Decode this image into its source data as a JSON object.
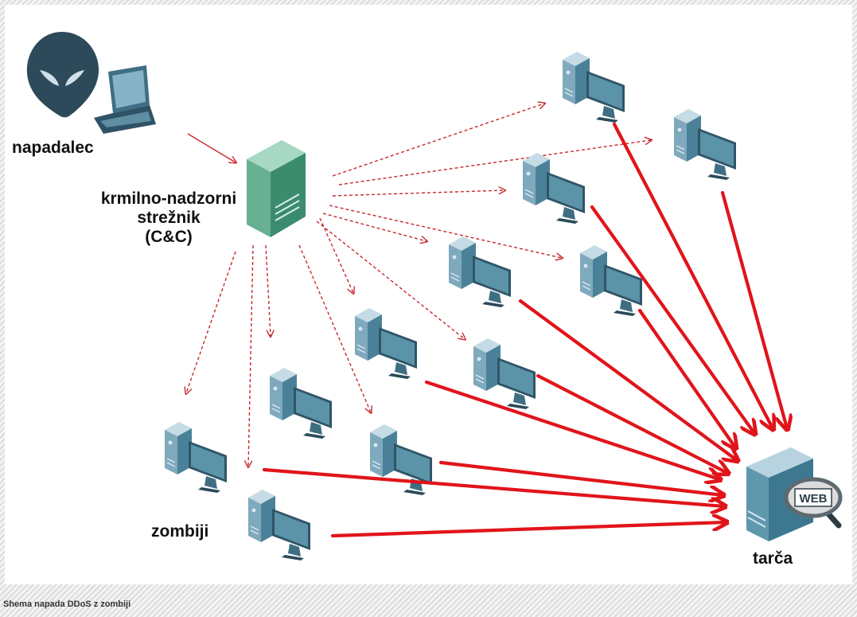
{
  "diagram": {
    "labels": {
      "attacker": "napadalec",
      "cc_line1": "krmilno-nadzorni",
      "cc_line2": "strežnik",
      "cc_line3": "(C&C)",
      "zombies": "zombiji",
      "target": "tarča",
      "web_badge": "WEB"
    },
    "icons": {
      "attacker": "alien-head-icon",
      "laptop": "laptop-icon",
      "server": "server-tower-icon",
      "zombie": "desktop-computer-icon",
      "target": "web-server-icon",
      "magnifier": "magnifier-icon"
    },
    "colors": {
      "arrow": "#e1141b",
      "command_arrow": "#c8282d",
      "cc_server": "#5aa884",
      "computer": "#3f7c97"
    }
  },
  "caption": "Shema napada DDoS z zombiji"
}
